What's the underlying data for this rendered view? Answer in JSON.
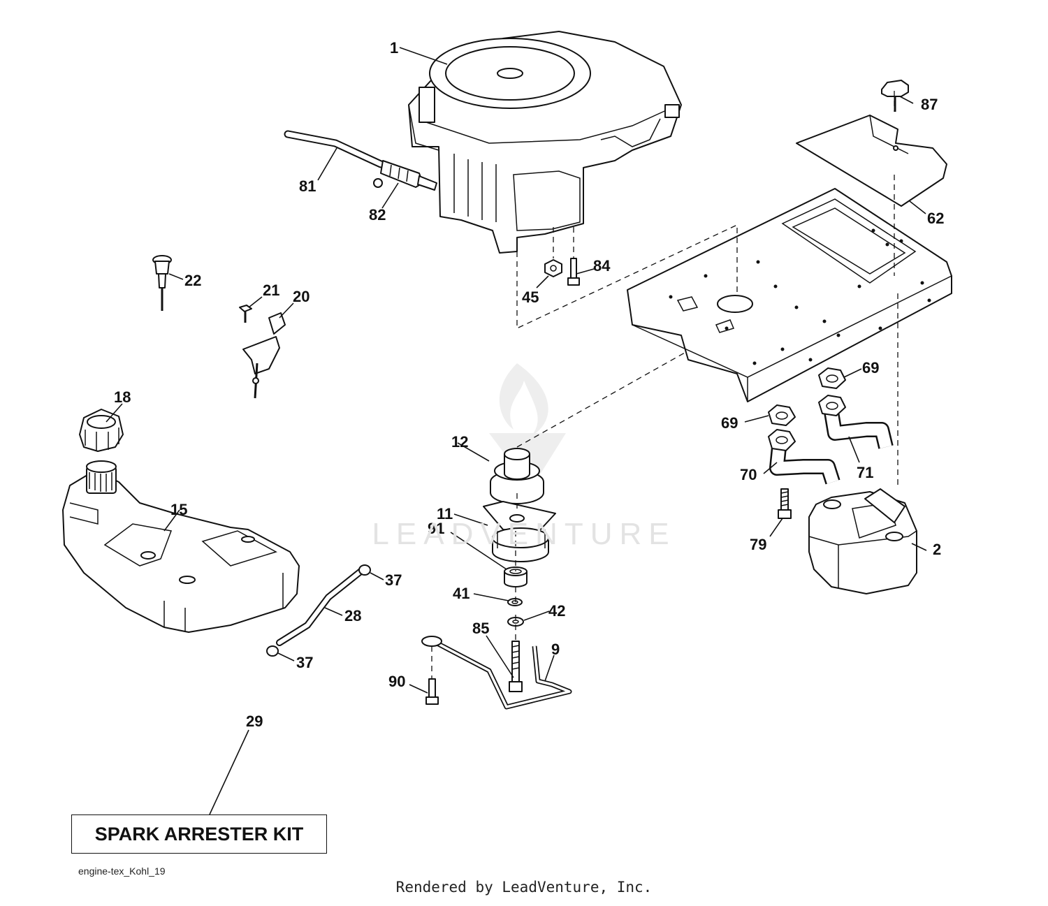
{
  "callouts": {
    "c1": "1",
    "c2": "2",
    "c9": "9",
    "c11": "11",
    "c12": "12",
    "c15": "15",
    "c18": "18",
    "c20": "20",
    "c21": "21",
    "c22": "22",
    "c28": "28",
    "c29": "29",
    "c37a": "37",
    "c37b": "37",
    "c41": "41",
    "c42": "42",
    "c45": "45",
    "c62": "62",
    "c69a": "69",
    "c69b": "69",
    "c70": "70",
    "c71": "71",
    "c79": "79",
    "c81": "81",
    "c82": "82",
    "c84": "84",
    "c85": "85",
    "c87": "87",
    "c90": "90",
    "c91": "91"
  },
  "kit_label": "SPARK ARRESTER KIT",
  "diagram_code": "engine-tex_Kohl_19",
  "footer_credit": "Rendered by LeadVenture, Inc.",
  "watermark": "LEADVENTURE"
}
